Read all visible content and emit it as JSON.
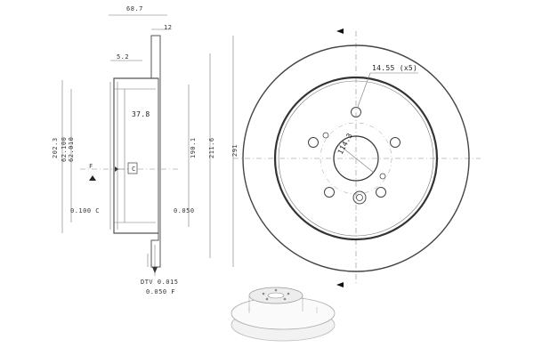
{
  "side_view": {
    "overall_width": "68.7",
    "disc_thickness": "12",
    "hat_offset": "5.2",
    "hub_depth": "37.8",
    "datum_label": "C",
    "datum_f": "F",
    "dia_outer_hat": "202.3",
    "dia_center_bore_max": "62.100",
    "dia_center_bore_min": "62.010",
    "dia_hat": "190.1",
    "dia_friction_inner": "211.6",
    "tol_left": "0.100 C",
    "tol_right": "0.050",
    "tol_bottom1": "DTV 0.015",
    "tol_bottom2": "0.050 F"
  },
  "front_view": {
    "outer_diameter": "291",
    "bolt_circle": "114.3",
    "bolt_holes": "14.55 (x5)"
  },
  "colors": {
    "line": "#555555",
    "text": "#333333",
    "background": "#ffffff"
  }
}
